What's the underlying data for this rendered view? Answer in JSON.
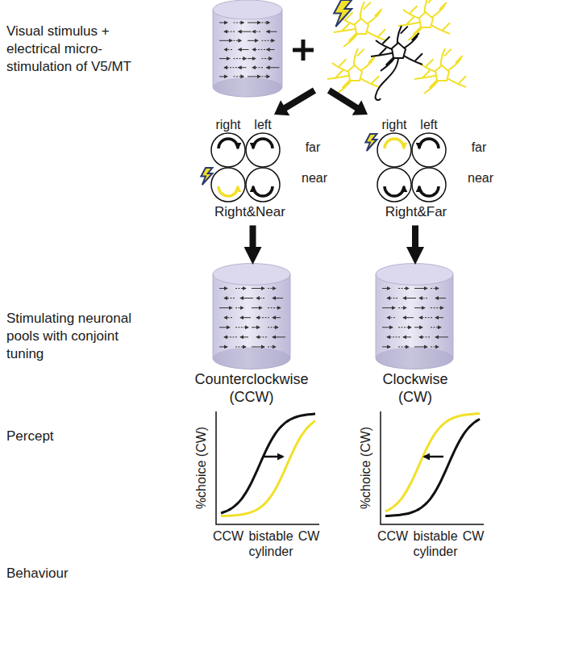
{
  "diagram": {
    "nodes": [
      {
        "text": [
          "right",
          "left",
          "far",
          "near",
          "Right&Near"
        ]
      },
      {
        "text": [
          "right",
          "left",
          "far",
          "near",
          "Right&Far"
        ]
      },
      {
        "text": [
          "Counterclockwise (CCW)"
        ]
      },
      {
        "text": [
          "Clockwise (CW)"
        ]
      },
      {
        "text": [
          "%choice (CW)",
          "CCW",
          "bistable cylinder",
          "CW"
        ]
      },
      {
        "text": [
          "%choice (CW)",
          "CCW",
          "bistable cylinder",
          "CW"
        ]
      }
    ],
    "edges": [
      {
        "from": 0,
        "to": 2,
        "arrow": "to"
      },
      {
        "from": 1,
        "to": 3,
        "arrow": "to"
      }
    ],
    "labels": [
      "Visual stimulus + electrical micro-stimulation of V5/MT",
      "Stimulating neuronal pools with conjoint tuning",
      "Percept",
      "Behaviour"
    ]
  }
}
